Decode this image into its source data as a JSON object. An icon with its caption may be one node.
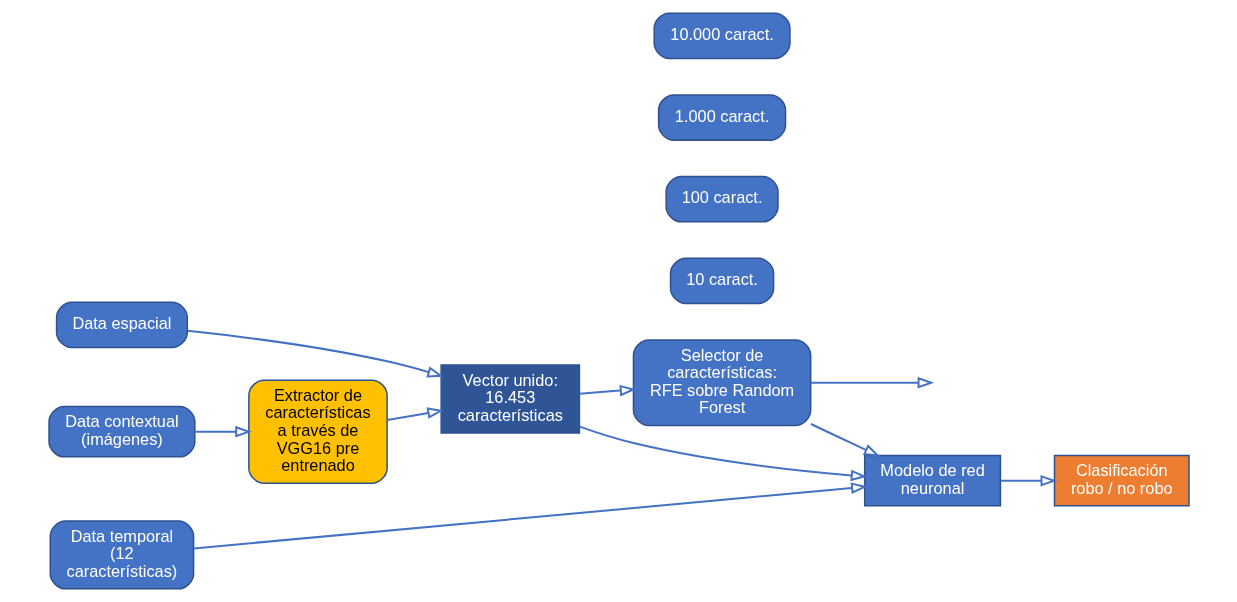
{
  "diagram": {
    "nodes": [
      {
        "text": [
          "Data contextual (imágenes)"
        ]
      },
      {
        "text": [
          "Extractor de características a través de VGG16 pre entrenado"
        ]
      },
      {
        "text": [
          "10 caract."
        ]
      },
      {
        "text": [
          "100 caract."
        ]
      },
      {
        "text": [
          "1.000 caract."
        ]
      },
      {
        "text": [
          "10.000 caract."
        ]
      },
      {
        "text": [
          "Data espacial"
        ]
      },
      {
        "text": [
          "Vector unido: 16.453 características"
        ]
      },
      {
        "text": [
          "Selector de características: RFE sobre Random Forest"
        ]
      },
      {
        "text": [
          "Modelo de red neuronal"
        ]
      },
      {
        "text": [
          "Clasificación robo / no robo"
        ]
      },
      {
        "text": [
          "Data temporal (12 características)"
        ]
      }
    ],
    "edges": [
      {
        "from": 0,
        "to": 1,
        "arrow": "to"
      },
      {
        "from": 1,
        "to": 7,
        "arrow": "to"
      },
      {
        "from": 6,
        "to": 7,
        "arrow": "to"
      },
      {
        "from": 7,
        "to": 8,
        "arrow": "to"
      },
      {
        "from": 8,
        "to": null,
        "arrow": "to"
      },
      {
        "from": 8,
        "to": 9,
        "arrow": "to"
      },
      {
        "from": 9,
        "to": 10,
        "arrow": "to"
      },
      {
        "from": 7,
        "to": 9,
        "arrow": "to"
      },
      {
        "from": 11,
        "to": 9,
        "arrow": "to"
      }
    ]
  }
}
